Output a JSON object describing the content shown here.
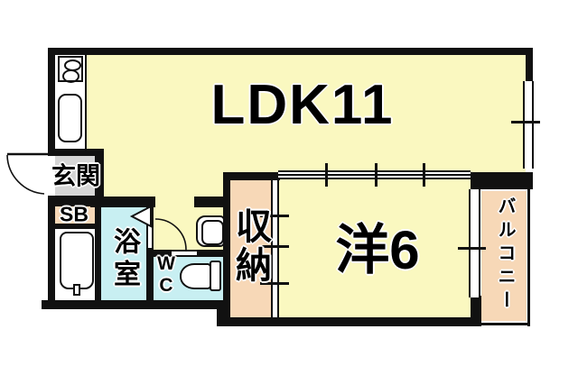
{
  "plan": {
    "type": "floorplan",
    "rooms": {
      "ldk": {
        "label": "LDK11"
      },
      "western": {
        "label": "洋6"
      },
      "entrance": {
        "label": "玄関"
      },
      "shoebox": {
        "label": "SB"
      },
      "bathroom": {
        "label": "浴室"
      },
      "toilet": {
        "label": "WC"
      },
      "storage": {
        "label": "収納"
      },
      "balcony": {
        "label": "バルコニー"
      }
    },
    "colors": {
      "room_yellow": "#faf8c0",
      "room_cyan": "#c8eff2",
      "room_peach": "#f7d8b7",
      "room_gray": "#d6d6d6",
      "wall": "#111111"
    },
    "fixtures": [
      "stove-icon",
      "sink-icon",
      "bathtub-icon",
      "toilet-icon",
      "washbasin-icon",
      "entrance-door-arc",
      "hallway-door-arc",
      "bathroom-door-triangle",
      "window-right",
      "window-balcony",
      "sliding-door-ldk-western",
      "sliding-door-storage"
    ]
  }
}
